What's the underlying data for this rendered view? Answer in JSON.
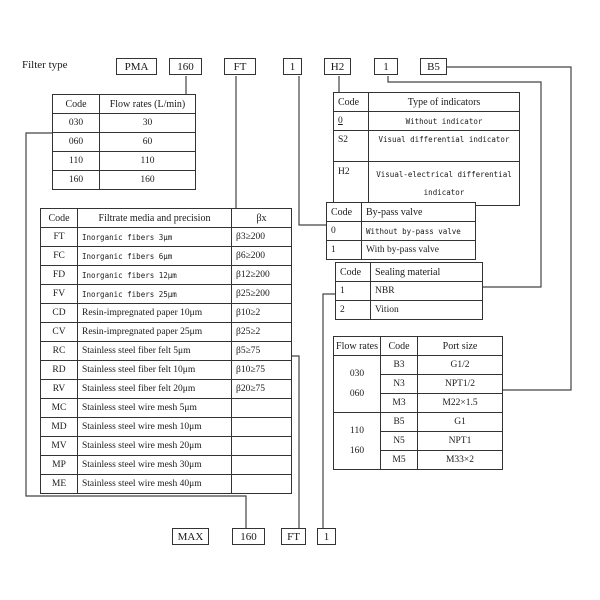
{
  "title": "Filter type",
  "top_codes": [
    "PMA",
    "160",
    "FT",
    "1",
    "H2",
    "1",
    "B5"
  ],
  "bottom_codes": [
    "MAX",
    "160",
    "FT",
    "1"
  ],
  "flow_table": {
    "headers": [
      "Code",
      "Flow rates (L/min)"
    ],
    "rows": [
      [
        "030",
        "30"
      ],
      [
        "060",
        "60"
      ],
      [
        "110",
        "110"
      ],
      [
        "160",
        "160"
      ]
    ]
  },
  "media_table": {
    "headers": [
      "Code",
      "Filtrate media and precision",
      "βx"
    ],
    "rows": [
      [
        "FT",
        "Inorganic fibers 3μm",
        "β3≥200"
      ],
      [
        "FC",
        "Inorganic fibers 6μm",
        "β6≥200"
      ],
      [
        "FD",
        "Inorganic fibers 12μm",
        "β12≥200"
      ],
      [
        "FV",
        "Inorganic fibers 25μm",
        "β25≥200"
      ],
      [
        "CD",
        "Resin-impregnated paper 10μm",
        "β10≥2"
      ],
      [
        "CV",
        "Resin-impregnated paper 25μm",
        "β25≥2"
      ],
      [
        "RC",
        "Stainless steel fiber felt 5μm",
        "β5≥75"
      ],
      [
        "RD",
        "Stainless steel fiber felt 10μm",
        "β10≥75"
      ],
      [
        "RV",
        "Stainless steel fiber felt 20μm",
        "β20≥75"
      ],
      [
        "MC",
        "Stainless steel wire mesh 5μm",
        ""
      ],
      [
        "MD",
        "Stainless steel wire mesh 10μm",
        ""
      ],
      [
        "MV",
        "Stainless steel wire mesh 20μm",
        ""
      ],
      [
        "MP",
        "Stainless steel wire mesh 30μm",
        ""
      ],
      [
        "ME",
        "Stainless steel wire mesh 40μm",
        ""
      ]
    ]
  },
  "indicator_table": {
    "headers": [
      "Code",
      "Type of indicators"
    ],
    "rows": [
      [
        "0",
        "Without indicator"
      ],
      [
        "S2",
        "Visual differential indicator"
      ],
      [
        "H2",
        "Visual-electrical differential indicator"
      ]
    ]
  },
  "bypass_table": {
    "headers": [
      "Code",
      "By-pass valve"
    ],
    "rows": [
      [
        "0",
        "Without by-pass valve"
      ],
      [
        "1",
        "With by-pass valve"
      ]
    ]
  },
  "seal_table": {
    "headers": [
      "Code",
      "Sealing material"
    ],
    "rows": [
      [
        "1",
        "NBR"
      ],
      [
        "2",
        "Vition"
      ]
    ]
  },
  "port_table": {
    "headers": [
      "Flow rates",
      "Code",
      "Port size"
    ],
    "groups": [
      {
        "flow": [
          "030",
          "060"
        ],
        "rows": [
          [
            "B3",
            "G1/2"
          ],
          [
            "N3",
            "NPT1/2"
          ],
          [
            "M3",
            "M22×1.5"
          ]
        ]
      },
      {
        "flow": [
          "110",
          "160"
        ],
        "rows": [
          [
            "B5",
            "G1"
          ],
          [
            "N5",
            "NPT1"
          ],
          [
            "M5",
            "M33×2"
          ]
        ]
      }
    ]
  }
}
